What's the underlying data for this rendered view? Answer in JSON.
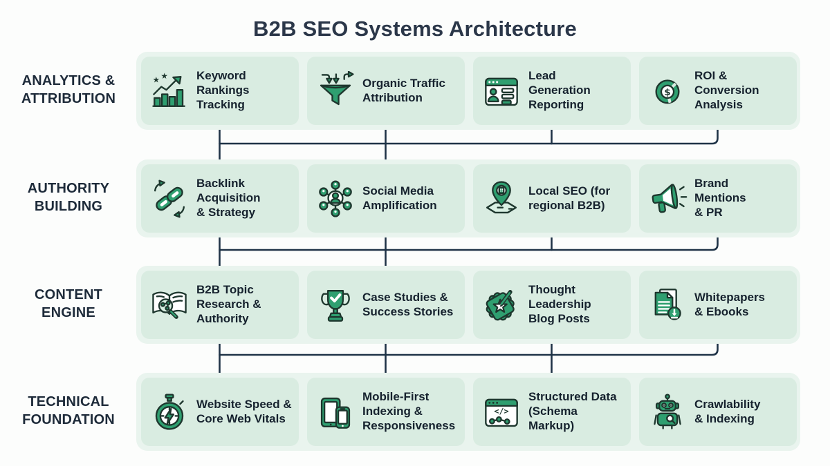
{
  "title": "B2B SEO Systems Architecture",
  "colors": {
    "background": "#fcfdfc",
    "band": "#e9f4ee",
    "card": "#d9ece1",
    "icon_green": "#2f9f70",
    "icon_outline": "#1e372e",
    "connector": "#1f3347",
    "title_text": "#2b3749",
    "card_text": "#16222e",
    "row_label_text": "#1e2b3a"
  },
  "rows": [
    {
      "label": "ANALYTICS &\nATTRIBUTION",
      "cards": [
        {
          "label": "Keyword\nRankings\nTracking",
          "icon": "bar-chart-growth-icon"
        },
        {
          "label": "Organic Traffic\nAttribution",
          "icon": "funnel-icon"
        },
        {
          "label": "Lead\nGeneration\nReporting",
          "icon": "report-window-icon"
        },
        {
          "label": "ROI &\nConversion\nAnalysis",
          "icon": "donut-dollar-icon"
        }
      ]
    },
    {
      "label": "AUTHORITY\nBUILDING",
      "cards": [
        {
          "label": "Backlink\nAcquisition\n& Strategy",
          "icon": "chain-link-icon"
        },
        {
          "label": "Social Media\nAmplification",
          "icon": "social-network-icon"
        },
        {
          "label": "Local SEO (for\nregional B2B)",
          "icon": "map-pin-icon"
        },
        {
          "label": "Brand\nMentions\n& PR",
          "icon": "megaphone-icon"
        }
      ]
    },
    {
      "label": "CONTENT\nENGINE",
      "cards": [
        {
          "label": "B2B Topic\nResearch &\nAuthority",
          "icon": "book-search-icon"
        },
        {
          "label": "Case Studies &\nSuccess Stories",
          "icon": "trophy-check-icon"
        },
        {
          "label": "Thought\nLeadership\nBlog Posts",
          "icon": "badge-pen-icon"
        },
        {
          "label": "Whitepapers\n& Ebooks",
          "icon": "documents-download-icon"
        }
      ]
    },
    {
      "label": "TECHNICAL\nFOUNDATION",
      "cards": [
        {
          "label": "Website Speed &\nCore Web Vitals",
          "icon": "stopwatch-bolt-icon"
        },
        {
          "label": "Mobile-First\nIndexing &\nResponsiveness",
          "icon": "devices-icon"
        },
        {
          "label": "Structured Data\n(Schema Markup)",
          "icon": "code-window-icon"
        },
        {
          "label": "Crawlability\n& Indexing",
          "icon": "robot-crawler-icon"
        }
      ]
    }
  ]
}
